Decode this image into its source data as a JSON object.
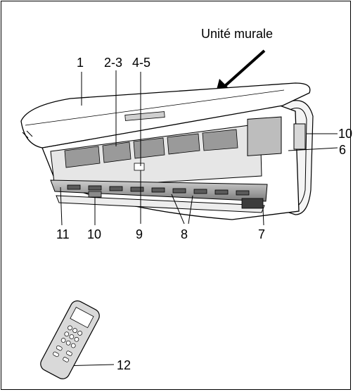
{
  "title": "Unité murale",
  "callouts": {
    "c1": "1",
    "c2_3": "2-3",
    "c4_5": "4-5",
    "c6": "6",
    "c7": "7",
    "c8": "8",
    "c9": "9",
    "c10_right": "10",
    "c10_bottom": "10",
    "c11": "11",
    "c12": "12"
  },
  "colors": {
    "line": "#000000",
    "filter": "#9a9a9a",
    "panel": "#bdbdbd",
    "light": "#ededed"
  }
}
